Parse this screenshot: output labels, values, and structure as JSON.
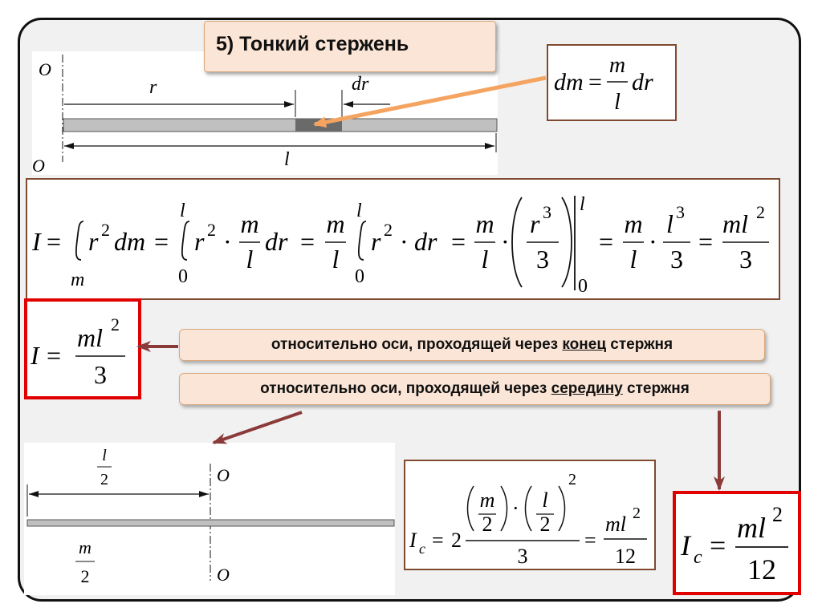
{
  "title": "5) Тонкий стержень",
  "axis_label": "O",
  "fig1": {
    "r": "r",
    "dr": "dr",
    "l": "l"
  },
  "formula_dm": {
    "lhs": "dm",
    "eq": "=",
    "num": "m",
    "den": "l",
    "tail": "dr"
  },
  "integral": {
    "I": "I",
    "eq": "=",
    "sub_m": "m",
    "r": "r",
    "exp2": "2",
    "dm": "dm",
    "lim_top": "l",
    "lim_bot": "0",
    "m": "m",
    "l": "l",
    "dot": "·",
    "dr": "dr",
    "r3": "r",
    "exp3": "3",
    "three": "3",
    "bar_top": "l",
    "bar_bot": "0",
    "l3": "l",
    "ml": "ml"
  },
  "result_end": {
    "I": "I",
    "eq": "=",
    "num": "ml",
    "exp": "2",
    "den": "3"
  },
  "pill_end": {
    "prefix": "относительно оси, проходящей через ",
    "keyword": "конец",
    "suffix": " стержня"
  },
  "pill_mid": {
    "prefix": "относительно оси, проходящей через ",
    "keyword": "середину",
    "suffix": " стержня"
  },
  "fig2": {
    "half_l_num": "l",
    "half_l_den": "2",
    "half_m_num": "m",
    "half_m_den": "2"
  },
  "formula_ic": {
    "I": "I",
    "sub": "c",
    "eq": "=",
    "coef": "2",
    "m": "m",
    "l": "l",
    "two": "2",
    "dot": "·",
    "exp": "2",
    "three": "3",
    "ml": "ml",
    "twelve": "12"
  },
  "result_mid": {
    "I": "I",
    "sub": "c",
    "eq": "=",
    "num": "ml",
    "exp": "2",
    "den": "12"
  },
  "colors": {
    "accent_box": "#7f4a2f",
    "highlight": "#e00000",
    "arrow_orange": "#f4a460",
    "arrow_dark": "#8b3a3a",
    "pill_fill": "#fbe5d6"
  }
}
